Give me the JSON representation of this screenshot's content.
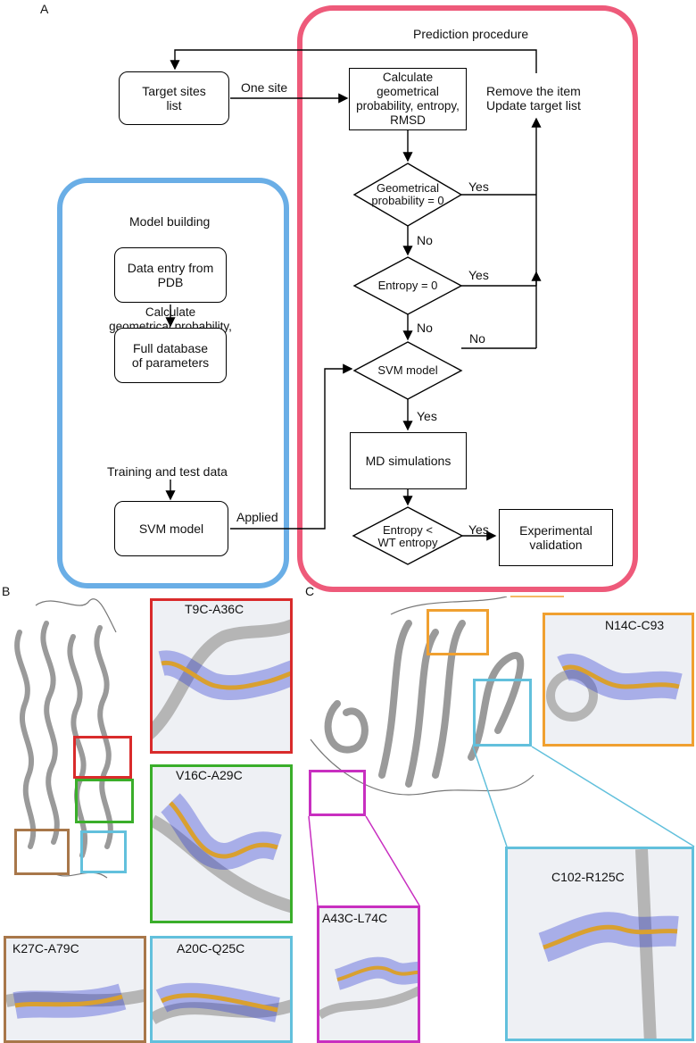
{
  "panels": {
    "a": "A",
    "b": "B",
    "c": "C"
  },
  "prediction": {
    "title": "Prediction procedure",
    "calc_box": "Calculate\ngeometrical\nprobability, entropy,\nRMSD",
    "remove_label": "Remove the item\nUpdate target list",
    "geo_decision": "Geometrical\nprobability = 0",
    "entropy_decision": "Entropy = 0",
    "svm_decision": "SVM model",
    "md_box": "MD simulations",
    "wt_decision": "Entropy <\nWT entropy",
    "validation_box": "Experimental\nvalidation",
    "yes": "Yes",
    "no": "No"
  },
  "targets": {
    "box": "Target sites\nlist",
    "one_site": "One site"
  },
  "model_building": {
    "title": "Model building",
    "entry_box": "Data entry from\nPDB",
    "calc_label": "Calculate\ngeometrical probability,\nentropy, RMSD",
    "db_box": "Full database\nof parameters",
    "training_label": "Training and test data",
    "svm_box": "SVM model",
    "applied": "Applied"
  },
  "insets": {
    "t9c": "T9C-A36C",
    "v16c": "V16C-A29C",
    "k27c": "K27C-A79C",
    "a20c": "A20C-Q25C",
    "n14c": "N14C-C93",
    "a43c": "A43C-L74C",
    "c102": "C102-R125C"
  },
  "colors": {
    "model_frame": "#6aaee6",
    "prediction_frame": "#ee5a7a",
    "red": "#d92b2b",
    "green": "#3aae2a",
    "brown": "#a8774a",
    "cyan": "#62c0dc",
    "orange": "#f0a030",
    "magenta": "#c82fc0",
    "mesh": "#2433d0",
    "stick": "#d9a030"
  }
}
